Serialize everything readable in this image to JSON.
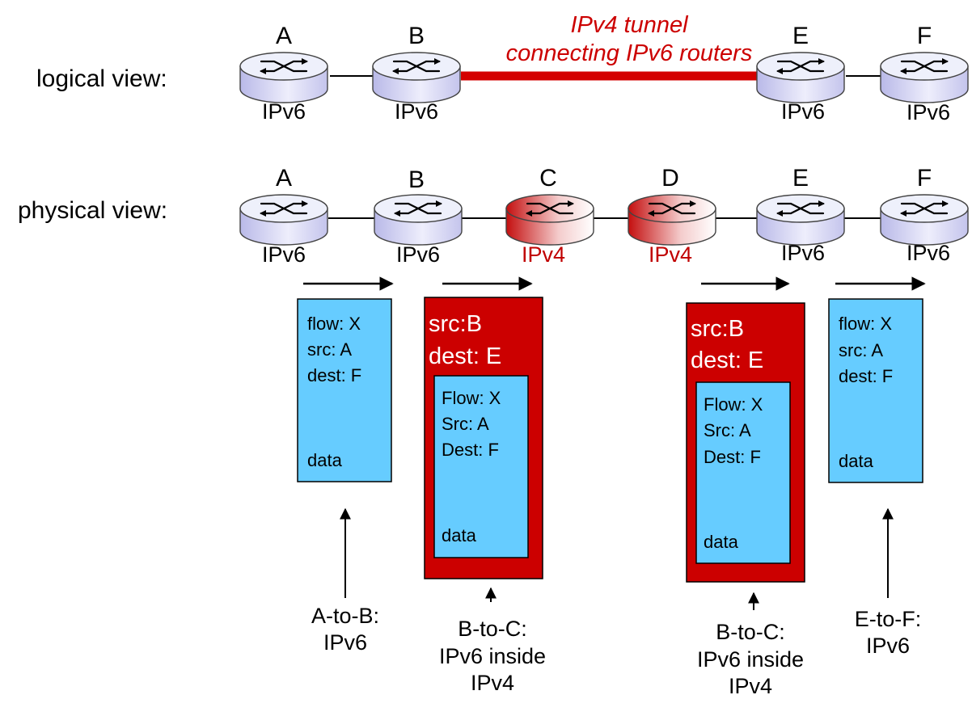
{
  "logical_view": {
    "label": "logical view:",
    "tunnel_label_line1": "IPv4 tunnel",
    "tunnel_label_line2": "connecting IPv6 routers",
    "routers": [
      {
        "letter": "A",
        "type": "IPv6"
      },
      {
        "letter": "B",
        "type": "IPv6"
      },
      {
        "letter": "E",
        "type": "IPv6"
      },
      {
        "letter": "F",
        "type": "IPv6"
      }
    ]
  },
  "physical_view": {
    "label": "physical view:",
    "routers": [
      {
        "letter": "A",
        "type": "IPv6"
      },
      {
        "letter": "B",
        "type": "IPv6"
      },
      {
        "letter": "C",
        "type": "IPv4"
      },
      {
        "letter": "D",
        "type": "IPv4"
      },
      {
        "letter": "E",
        "type": "IPv6"
      },
      {
        "letter": "F",
        "type": "IPv6"
      }
    ]
  },
  "packets": [
    {
      "kind": "ipv6",
      "lines": [
        "flow: X",
        "src: A",
        "dest: F"
      ],
      "payload": "data",
      "caption": [
        "A-to-B:",
        "IPv6"
      ]
    },
    {
      "kind": "tunneled",
      "outer_lines": [
        "src:B",
        "dest: E"
      ],
      "lines": [
        "Flow: X",
        "Src: A",
        "Dest: F"
      ],
      "payload": "data",
      "caption": [
        "B-to-C:",
        "IPv6 inside",
        "IPv4"
      ]
    },
    {
      "kind": "tunneled",
      "outer_lines": [
        "src:B",
        "dest: E"
      ],
      "lines": [
        "Flow: X",
        "Src: A",
        "Dest: F"
      ],
      "payload": "data",
      "caption": [
        "B-to-C:",
        "IPv6 inside",
        "IPv4"
      ]
    },
    {
      "kind": "ipv6",
      "lines": [
        "flow: X",
        "src: A",
        "dest: F"
      ],
      "payload": "data",
      "caption": [
        "E-to-F:",
        "IPv6"
      ]
    }
  ],
  "colors": {
    "ipv6_router": "#c8c8f0",
    "ipv4_router": "#cc1111",
    "tunnel": "#d40000",
    "packet_outer": "#cc0000",
    "packet_inner": "#66ccff"
  }
}
